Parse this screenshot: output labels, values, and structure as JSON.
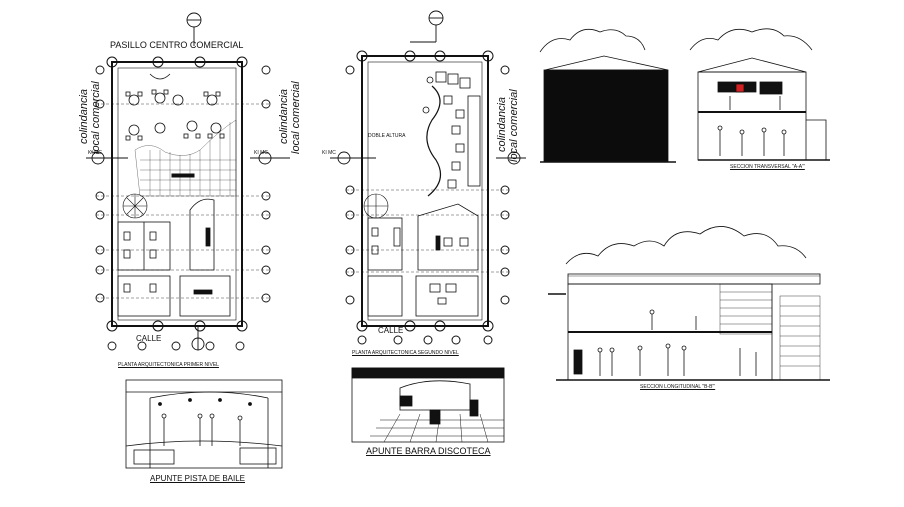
{
  "labels": {
    "pasillo": "PASILLO CENTRO COMERCIAL",
    "colindancia_a": "colindancia",
    "local_comercial_a": "local comercial",
    "colindancia_b": "colindancia",
    "local_comercial_b": "local comercial",
    "colindancia_c": "colindancia",
    "local_comercial_c": "local comercial",
    "doble_altura": "DOBLE ALTURA",
    "calle_1": "CALLE",
    "calle_2": "CALLE",
    "plan1_title": "PLANTA ARQUITECTONICA PRIMER NIVEL",
    "plan2_title": "PLANTA ARQUITECTONICA SEGUNDO NIVEL",
    "sec_trans_title": "SECCION TRANSVERSAL \"A-A'\"",
    "sec_long_title": "SECCION LONGITUDINAL \"B-B'\"",
    "apunte_pista": "APUNTE   PISTA DE BAILE",
    "apunte_barra": "APUNTE   BARRA DISCOTECA",
    "kmc": "KI    MC"
  },
  "colors": {
    "ink": "#111111",
    "paper": "#ffffff",
    "accent_red": "#d42020"
  }
}
